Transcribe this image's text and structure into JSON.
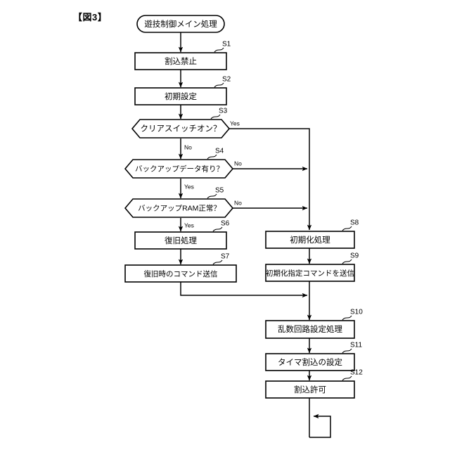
{
  "figure": {
    "label": "【図3】",
    "title": "遊技制御メイン処理"
  },
  "nodes": {
    "start": {
      "id": "start",
      "text": "遊技制御メイン処理",
      "shape": "terminator"
    },
    "s1": {
      "id": "S1",
      "text": "割込禁止",
      "shape": "process"
    },
    "s2": {
      "id": "S2",
      "text": "初期設定",
      "shape": "process"
    },
    "s3": {
      "id": "S3",
      "text": "クリアスイッチオン？",
      "shape": "decision"
    },
    "s4": {
      "id": "S4",
      "text": "バックアップデータ有り？",
      "shape": "decision"
    },
    "s5": {
      "id": "S5",
      "text": "バックアップRAM正常？",
      "shape": "decision"
    },
    "s6": {
      "id": "S6",
      "text": "復旧処理",
      "shape": "process"
    },
    "s7": {
      "id": "S7",
      "text": "復旧時のコマンド送信",
      "shape": "process"
    },
    "s8": {
      "id": "S8",
      "text": "初期化処理",
      "shape": "process"
    },
    "s9": {
      "id": "S9",
      "text": "初期化指定コマンドを送信",
      "shape": "process"
    },
    "s10": {
      "id": "S10",
      "text": "乱数回路設定処理",
      "shape": "process"
    },
    "s11": {
      "id": "S11",
      "text": "タイマ割込の設定",
      "shape": "process"
    },
    "s12": {
      "id": "S12",
      "text": "割込許可",
      "shape": "process"
    }
  },
  "branches": {
    "s3_yes": "Yes",
    "s3_no": "No",
    "s4_no": "No",
    "s4_yes": "Yes",
    "s5_no": "No",
    "s5_yes": "Yes"
  },
  "colors": {
    "stroke": "#000000",
    "fill": "#ffffff",
    "background": "#ffffff"
  }
}
